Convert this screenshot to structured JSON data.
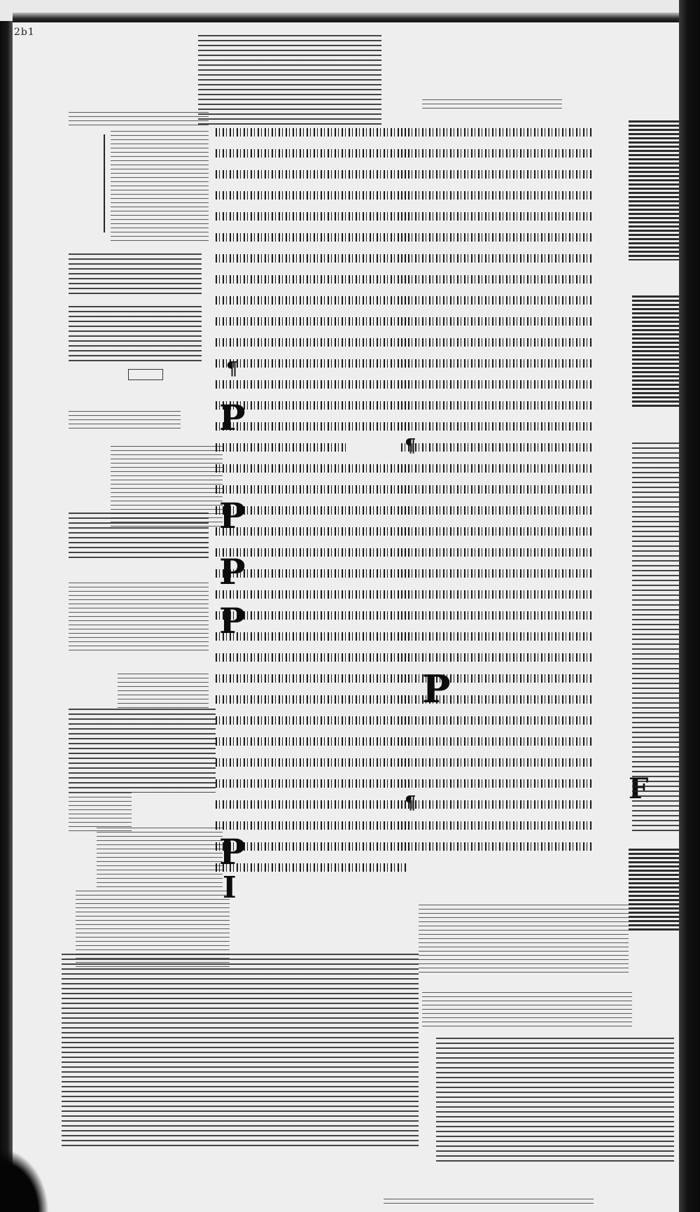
{
  "folio": "2b1",
  "initials": [
    "P",
    "P",
    "P",
    "P",
    "P",
    "P",
    "I",
    "F"
  ],
  "paragraph_marks": [
    "¶",
    "¶",
    "¶"
  ]
}
